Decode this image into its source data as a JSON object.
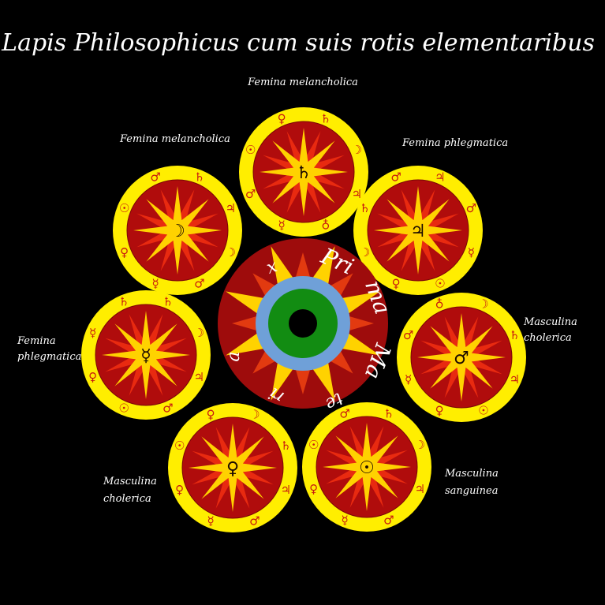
{
  "title": "Lapis Philosophicus cum suis rotis elementaribus",
  "center": {
    "words": [
      "Pri",
      "ma",
      "Ma",
      "te",
      "ri",
      "a",
      "x"
    ],
    "colors": {
      "disc": "#9e0c0c",
      "ring": "#6fa0d8",
      "core": "#128c12",
      "hole": "#000000"
    }
  },
  "colors": {
    "rim": "#ffee00",
    "wheel": "#b00c0c",
    "star_a": "#ffd200",
    "star_b": "#e82a10",
    "glyph": "#c81a10"
  },
  "labels": {
    "top": "Femina melancholica",
    "top_left": "Femina melancholica",
    "top_right": "Femina phlegmatica",
    "left_1": "Femina",
    "left_2": "phlegmatica",
    "right_1": "Masculina",
    "right_2": "cholerica",
    "bottom_left_1": "Masculina",
    "bottom_left_2": "cholerica",
    "bottom_right_1": "Masculina",
    "bottom_right_2": "sanguinea"
  },
  "wheels": [
    {
      "id": "top",
      "center_glyph": "♄",
      "rim_glyphs": [
        "♄",
        "☽",
        "♃",
        "♁",
        "☿",
        "♂",
        "☉",
        "♀"
      ]
    },
    {
      "id": "top-right",
      "center_glyph": "♃",
      "rim_glyphs": [
        "♃",
        "♂",
        "☿",
        "☉",
        "♀",
        "☽",
        "♄",
        "♂"
      ]
    },
    {
      "id": "right",
      "center_glyph": "♂",
      "rim_glyphs": [
        "☽",
        "♄",
        "♃",
        "☉",
        "♀",
        "☿",
        "♂",
        "♁"
      ]
    },
    {
      "id": "bottom-right",
      "center_glyph": "☉",
      "rim_glyphs": [
        "♄",
        "☽",
        "♃",
        "♂",
        "☿",
        "♀",
        "☉",
        "♂"
      ]
    },
    {
      "id": "bottom-left",
      "center_glyph": "♀",
      "rim_glyphs": [
        "☽",
        "♄",
        "♃",
        "♂",
        "☿",
        "♀",
        "☉",
        "♀"
      ]
    },
    {
      "id": "left",
      "center_glyph": "☿",
      "rim_glyphs": [
        "♄",
        "☽",
        "♃",
        "♂",
        "☉",
        "♀",
        "☿",
        "♄"
      ]
    },
    {
      "id": "top-left",
      "center_glyph": "☽",
      "rim_glyphs": [
        "♄",
        "♃",
        "☽",
        "♂",
        "☿",
        "♀",
        "☉",
        "♂"
      ]
    }
  ]
}
